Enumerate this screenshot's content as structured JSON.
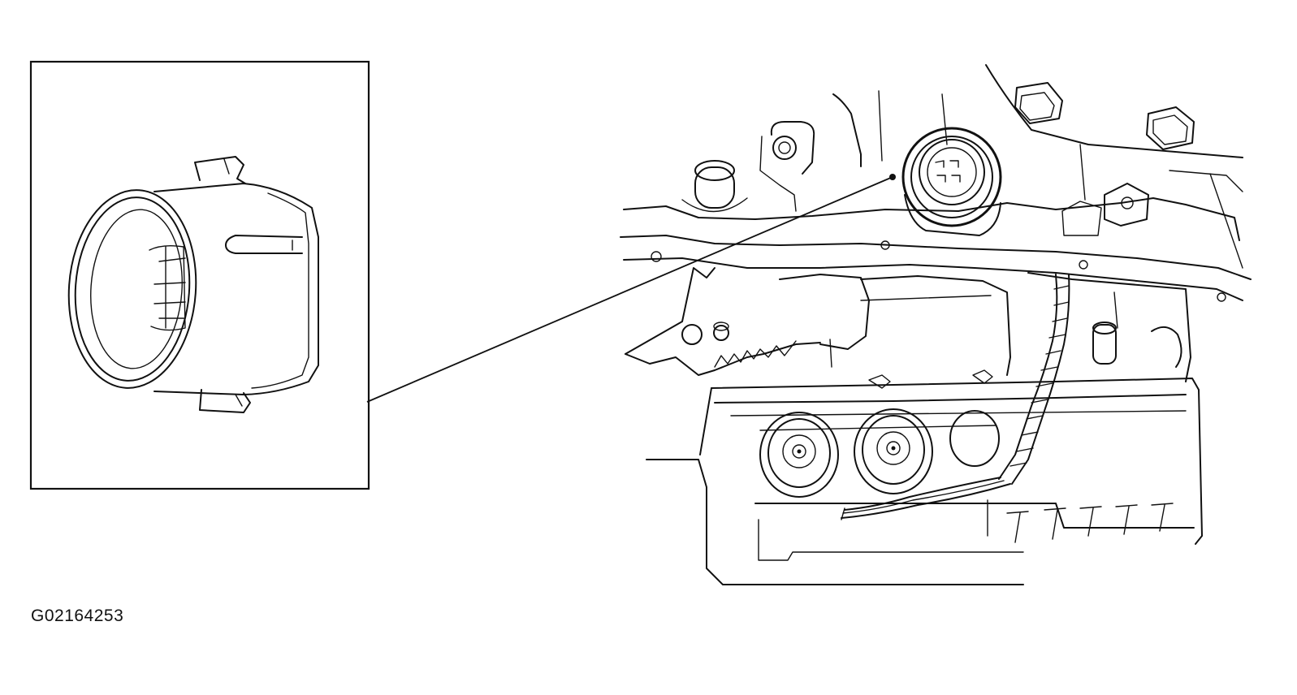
{
  "figure": {
    "code": "G02164253",
    "line_color": "#111111",
    "background": "#ffffff"
  },
  "callout": {
    "inset_subject": "solenoid-connector-sleeve",
    "target_subject": "transmission-connector-socket"
  }
}
